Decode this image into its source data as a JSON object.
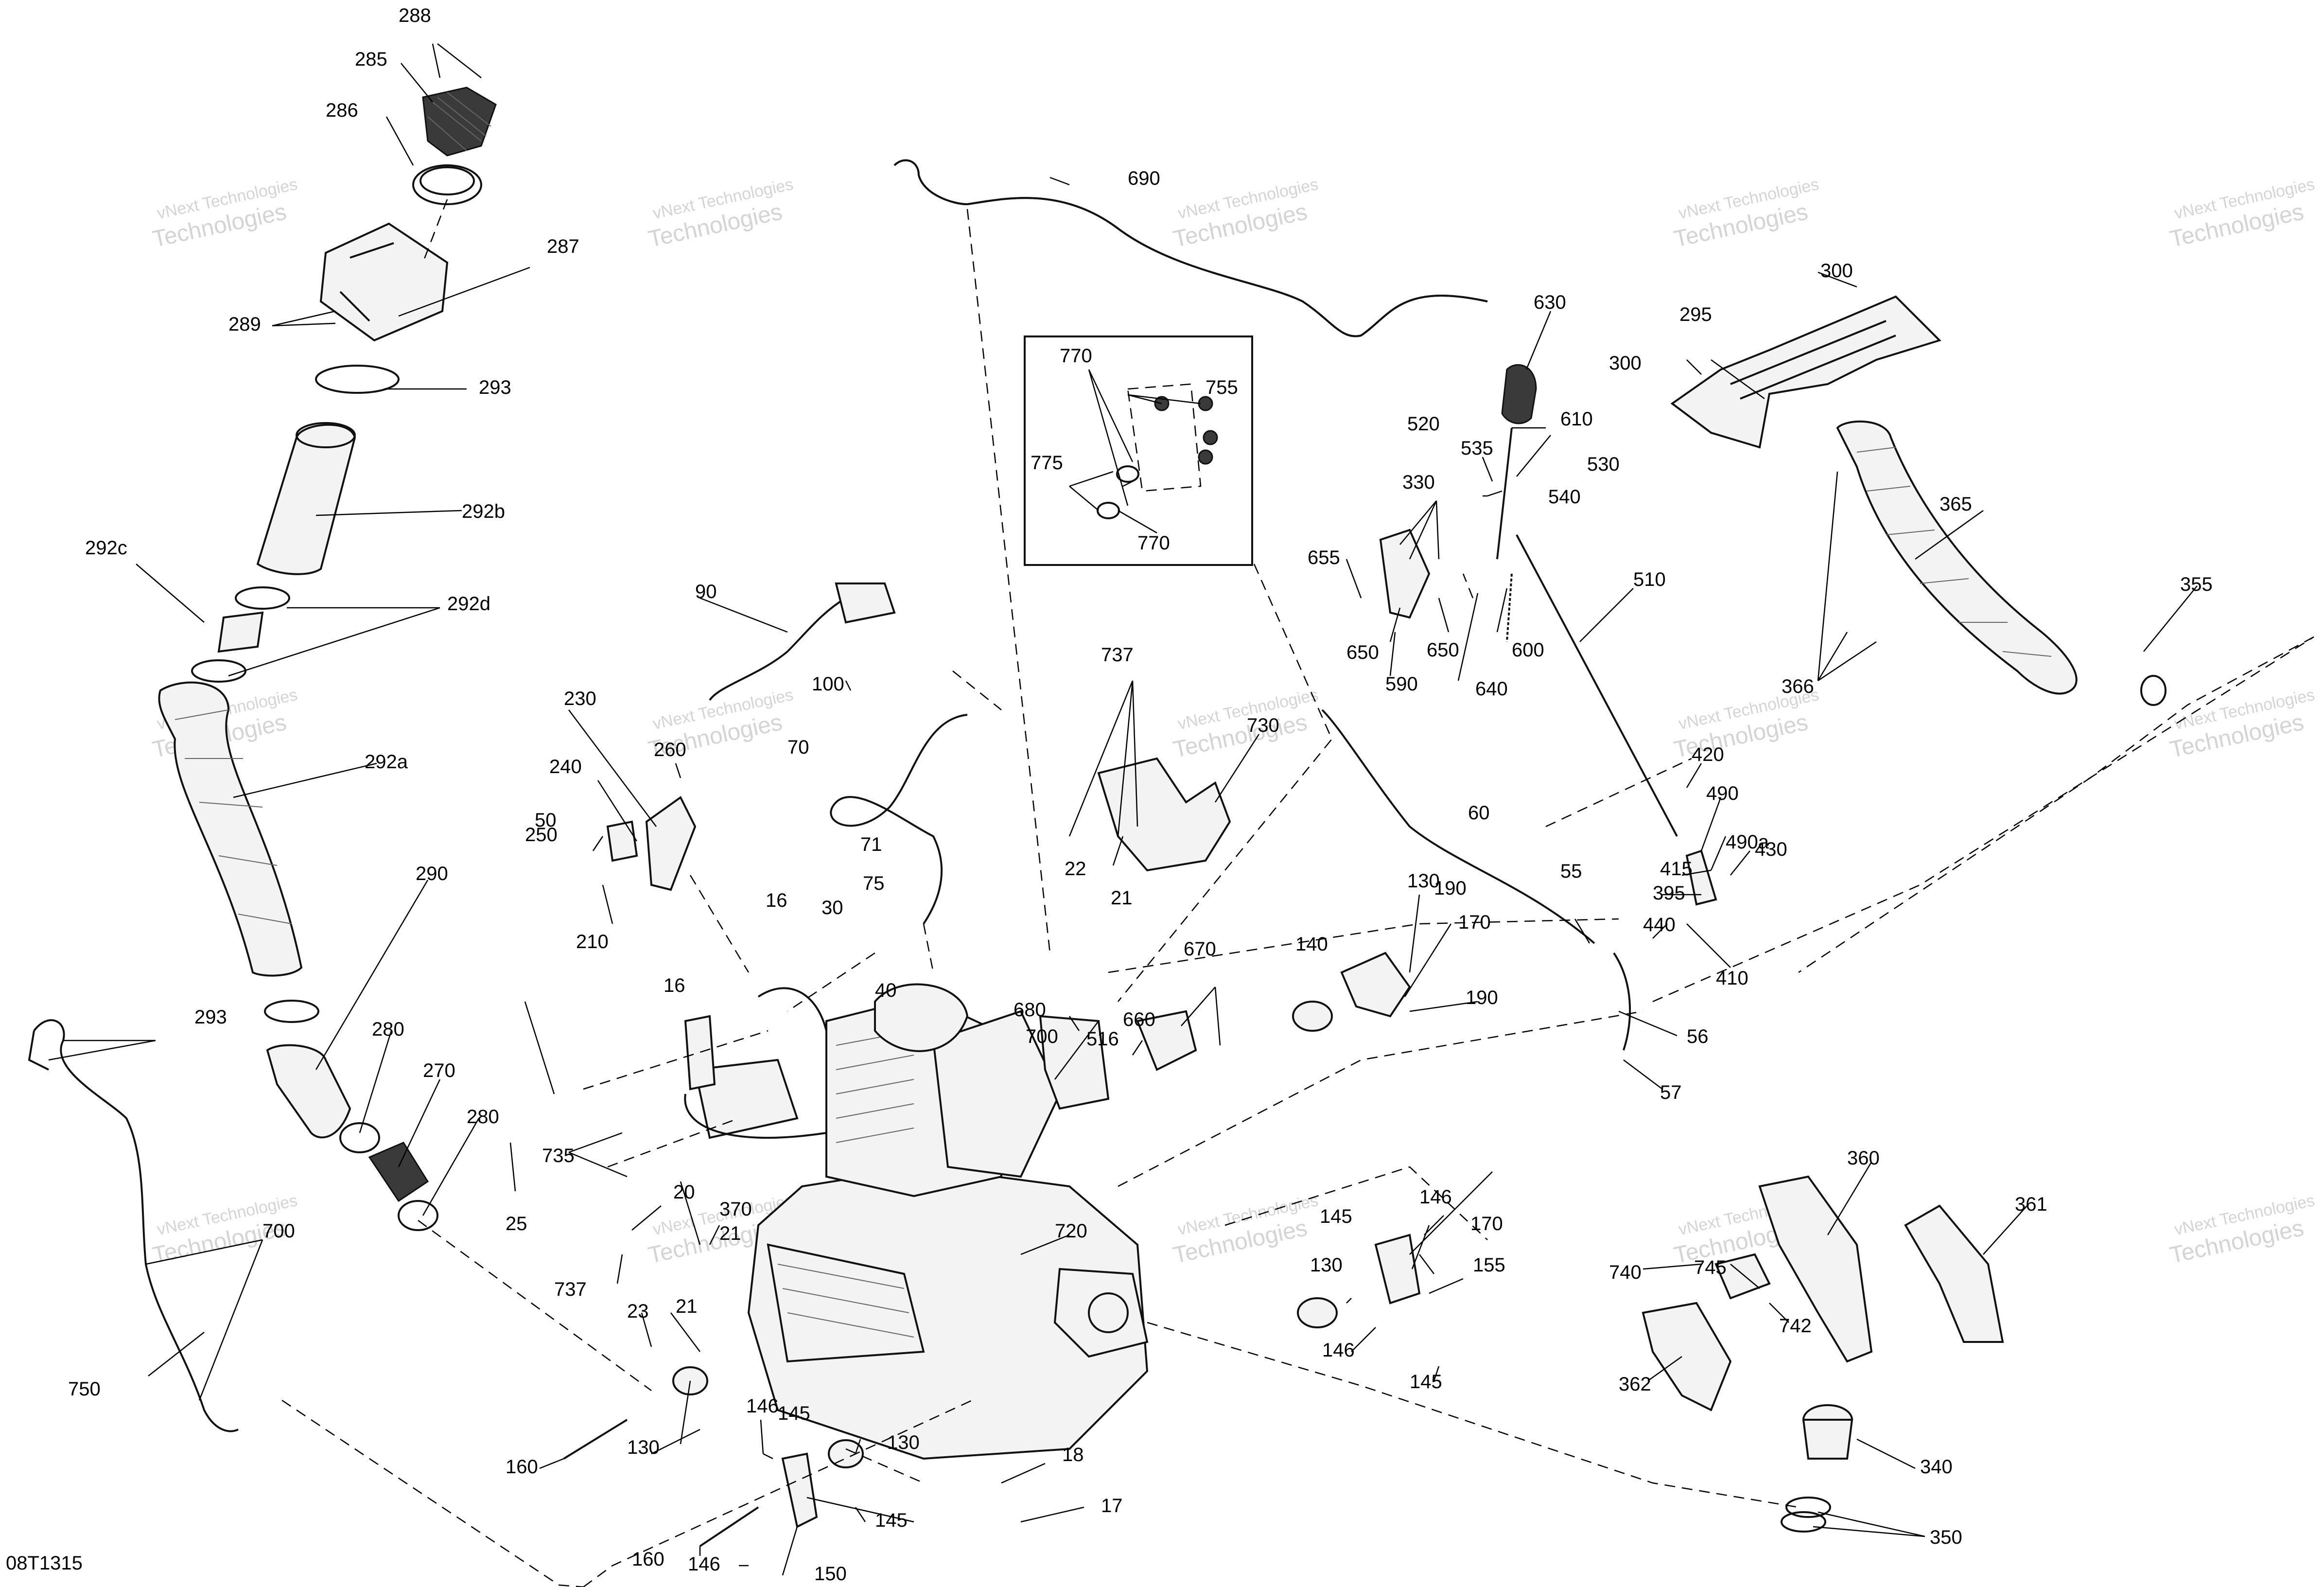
{
  "diagram_code": "08T1315",
  "watermark": {
    "line1": "vNext Technologies",
    "line2": "Technologies"
  },
  "callouts": [
    "288",
    "285",
    "286",
    "287",
    "289",
    "293",
    "292b",
    "292c",
    "292d",
    "292a",
    "290",
    "280",
    "270",
    "280",
    "293",
    "700",
    "700",
    "750",
    "90",
    "100",
    "230",
    "240",
    "260",
    "250",
    "210",
    "70",
    "71",
    "75",
    "30",
    "40",
    "16",
    "16",
    "50",
    "25",
    "735",
    "20",
    "737",
    "23",
    "21",
    "370",
    "21",
    "690",
    "770",
    "755",
    "775",
    "770",
    "737",
    "730",
    "22",
    "21",
    "680",
    "516",
    "660",
    "670",
    "630",
    "520",
    "610",
    "535",
    "530",
    "540",
    "330",
    "655",
    "650",
    "650",
    "590",
    "640",
    "600",
    "510",
    "300",
    "295",
    "300",
    "365",
    "355",
    "366",
    "60",
    "55",
    "56",
    "57",
    "140",
    "130",
    "190",
    "170",
    "190",
    "420",
    "490",
    "490a",
    "430",
    "415",
    "395",
    "440",
    "410",
    "145",
    "146",
    "170",
    "155",
    "130",
    "146",
    "145",
    "720",
    "360",
    "361",
    "740",
    "745",
    "742",
    "362",
    "340",
    "350",
    "160",
    "130",
    "146",
    "145",
    "130",
    "18",
    "17",
    "145",
    "160",
    "146",
    "150"
  ]
}
